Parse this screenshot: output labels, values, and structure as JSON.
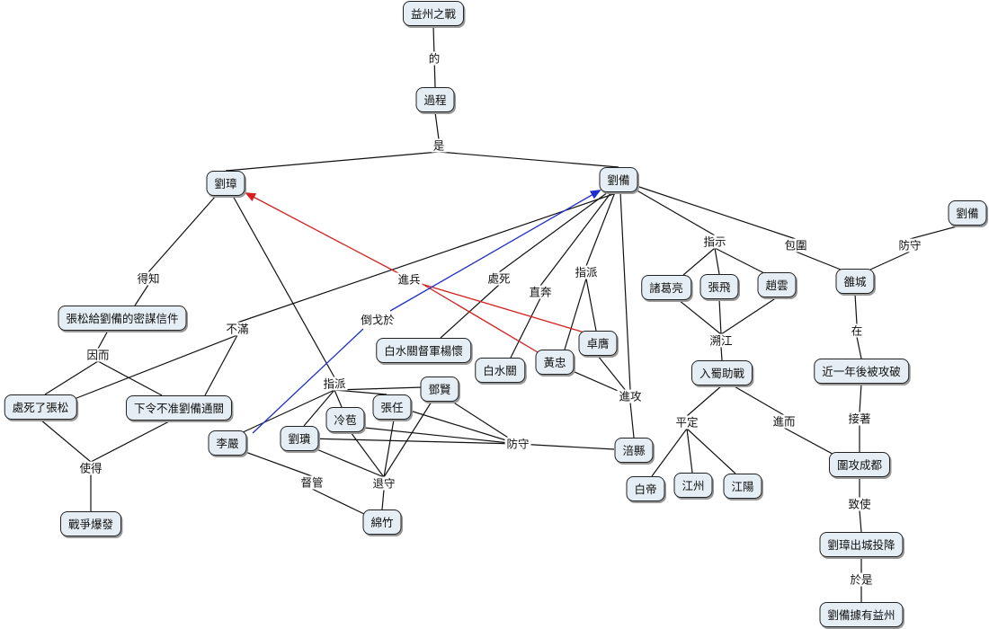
{
  "nodes": {
    "yizhou_battle": "益州之戰",
    "process": "過程",
    "liuzhang": "劉璋",
    "liubei": "劉備",
    "liubei2": "劉備",
    "zhangsong_letter": "張松給劉備的密謀信件",
    "kill_zhangsong": "處死了張松",
    "order_block": "下令不准劉備通關",
    "war": "戰爭爆發",
    "baishui_officer": "白水關督軍楊懷",
    "baishui": "白水關",
    "huangzhong": "黃忠",
    "zhuoying": "卓膺",
    "zhuge": "諸葛亮",
    "zhangfei": "張飛",
    "zhaoyun": "趙雲",
    "luocheng": "雒城",
    "ruzhu": "入蜀助戰",
    "baidi": "白帝",
    "jiangzhou": "江州",
    "jiangyang": "江陽",
    "year_later": "近一年後被攻破",
    "siege_chengdu": "圍攻成都",
    "surrender": "劉璋出城投降",
    "liubei_owns": "劉備據有益州",
    "liyan": "李嚴",
    "lingbao": "冷苞",
    "zhangren": "張任",
    "dengxian": "鄧賢",
    "liukui": "劉璝",
    "mianzhu": "綿竹",
    "fuxian": "涪縣"
  },
  "labels": {
    "de": "的",
    "shi": "是",
    "dezhi": "得知",
    "yiner": "因而",
    "shide": "使得",
    "buman": "不滿",
    "jinbing": "進兵",
    "daogeyu": "倒戈於",
    "chusi": "處死",
    "zhiben": "直奔",
    "zhipai_right": "指派",
    "jingong": "進攻",
    "zhishi": "指示",
    "baowei": "包圍",
    "fangshou_right": "防守",
    "suojiang": "溯江",
    "zai": "在",
    "pingding": "平定",
    "jiner": "進而",
    "jiezhe": "接著",
    "zhishi2": "致使",
    "yushi": "於是",
    "zhipai_left": "指派",
    "fangshou_mid": "防守",
    "dugan": "督管",
    "tuishou": "退守"
  },
  "colors": {
    "line": "#111111",
    "red_arrow": "#d42020",
    "blue_arrow": "#1f2fcf",
    "node_fill": "#e4eef4"
  }
}
